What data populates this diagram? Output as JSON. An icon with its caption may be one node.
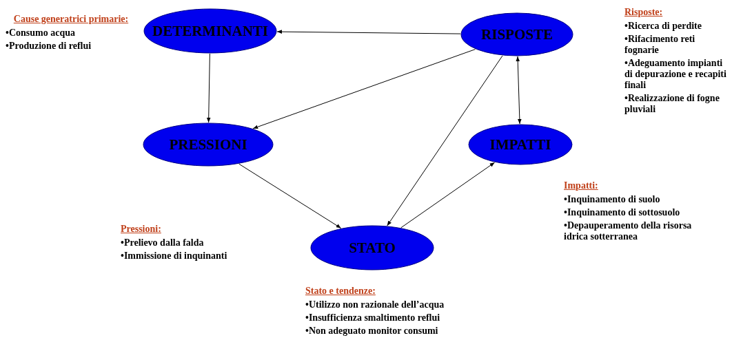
{
  "diagram": {
    "nodes": [
      {
        "text": [
          "DETERMINANTI"
        ],
        "beside": [
          "Cause generatrici primarie:",
          "•Consumo acqua",
          "•Produzione di reflui"
        ]
      },
      {
        "text": [
          "RISPOSTE"
        ],
        "beside": [
          "Risposte:",
          "•Ricerca di perdite",
          "•Rifacimento reti fognarie",
          "•Adeguamento impianti di depurazione e recapiti finali",
          "•Realizzazione di fogne pluviali"
        ]
      },
      {
        "text": [
          "PRESSIONI"
        ],
        "beside": [
          "Pressioni:",
          "•Prelievo dalla falda",
          "•Immissione di inquinanti"
        ]
      },
      {
        "text": [
          "IMPATTI"
        ],
        "beside": [
          "Impatti:",
          "•Inquinamento di suolo",
          "•Inquinamento di sottosuolo",
          "•Depauperamento della risorsa idrica sotterranea"
        ]
      },
      {
        "text": [
          "STATO"
        ],
        "beside": [
          "Stato e tendenze:",
          "•Utilizzo non razionale dell’acqua",
          "•Insufficienza smaltimento reflui",
          "•Non adeguato monitor consumi"
        ]
      }
    ],
    "edges": [
      {
        "from": 1,
        "to": 0,
        "arrow": "to"
      },
      {
        "from": 0,
        "to": 2,
        "arrow": "to"
      },
      {
        "from": 1,
        "to": 2,
        "arrow": "to"
      },
      {
        "from": 1,
        "to": 4,
        "arrow": "to"
      },
      {
        "from": 1,
        "to": 3,
        "arrow": "both"
      },
      {
        "from": 2,
        "to": 4,
        "arrow": "to"
      },
      {
        "from": 4,
        "to": 3,
        "arrow": "to"
      }
    ]
  }
}
